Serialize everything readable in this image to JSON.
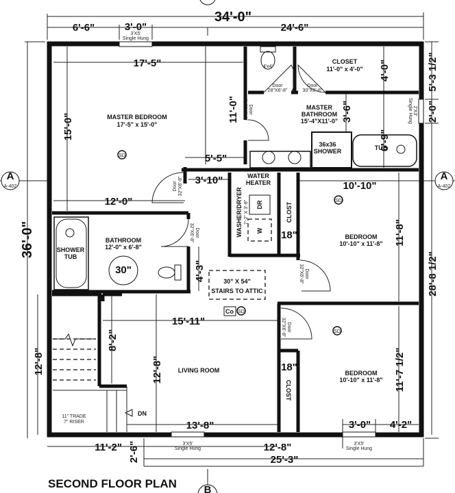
{
  "title": "SECOND FLOOR PLAN",
  "section_markers": {
    "a_letter": "A",
    "a_sheet": "A-402",
    "b_letter": "B"
  },
  "dims": {
    "overall_width": "34'-0\"",
    "top_left": "6'-6\"",
    "top_window": "3'-0\"",
    "top_right": "24'-6\"",
    "master_width": "17'-5\"",
    "master_height": "15'-0\"",
    "master_bath_height": "11'-0\"",
    "vanity_width": "5'-5\"",
    "hall_width": "3'-10\"",
    "bath_width": "12'-0\"",
    "closet_height": "4'-0\"",
    "right_upper": "5'-3 1/2\"",
    "right_window": "2'-0\"",
    "mbath_mid": "3'-6\"",
    "tub_height": "6'-9\"",
    "bed1_width": "10'-10\"",
    "bed1_height": "11'-8\"",
    "clost1_depth": "18\"",
    "clost2_depth": "18\"",
    "bath_wall": "4'-3\"",
    "bath_turn": "30\"",
    "living_width": "15'-11\"",
    "stair_wall": "8'-2\"",
    "living_height": "12'-8\"",
    "stair_height": "12'-8\"",
    "living_bottom": "13'-8\"",
    "bottom_left": "11'-2\"",
    "bottom_offset": "2'-6\"",
    "bottom_mid": "12'-8\"",
    "bed2_window": "3'-0\"",
    "bed2_right": "4'-2\"",
    "bottom_right": "25'-3\"",
    "overall_height": "36'-0\"",
    "right_lower": "28'-8 1/2\"",
    "bed2_height": "11'-7 1/2\""
  },
  "windows": {
    "size_3x5": "3'X5'",
    "size_2x3": "2'X3'",
    "type": "Single Hung"
  },
  "doors": {
    "label": "Door",
    "wc": "28\"X6'-8\"",
    "closet": "30\"X6'-8\"",
    "master": "2'-6\"X6'-8\"",
    "standard": "32\"X6'-8\""
  },
  "rooms": {
    "master_bedroom": {
      "name": "MASTER BEDROOM",
      "size": "17'-5\" x 15'-0\""
    },
    "closet": {
      "name": "CLOSET",
      "size": "11'-0\" x 4'-0\""
    },
    "master_bathroom": {
      "line1": "MASTER",
      "line2": "BATHROOM",
      "size": "15'-4\"X11'-0\""
    },
    "wc": "4'x4'",
    "shower": {
      "line1": "36x36",
      "line2": "SHOWER"
    },
    "tub": "TUB",
    "water_heater": {
      "line1": "WATER",
      "line2": "HEATER"
    },
    "washer_dryer": {
      "name": "WASHER/DRYER",
      "size": "7'-2\" X 3'-8\"",
      "dryer": "DR",
      "washer": "W"
    },
    "clost": "CLOST",
    "bedroom1": {
      "name": "BEDROOM",
      "size": "10'-10\" x 11'-8\""
    },
    "bedroom2": {
      "name": "BEDROOM",
      "size": "10'-10\" x 11'-8\""
    },
    "bathroom": {
      "name": "BATHROOM",
      "size": "12'-0\" x 6'-8\""
    },
    "shower_tub": {
      "line1": "SHOWER",
      "line2": "TUB"
    },
    "attic": {
      "size": "30\" X 54\"",
      "name": "STAIRS TO ATTIC"
    },
    "living_room": "LIVING ROOM",
    "stair_note": {
      "line1": "11\" TRADE",
      "line2": "7\" RISER"
    },
    "down": "DN",
    "co": "Co",
    "smoke_detector": "SD"
  }
}
